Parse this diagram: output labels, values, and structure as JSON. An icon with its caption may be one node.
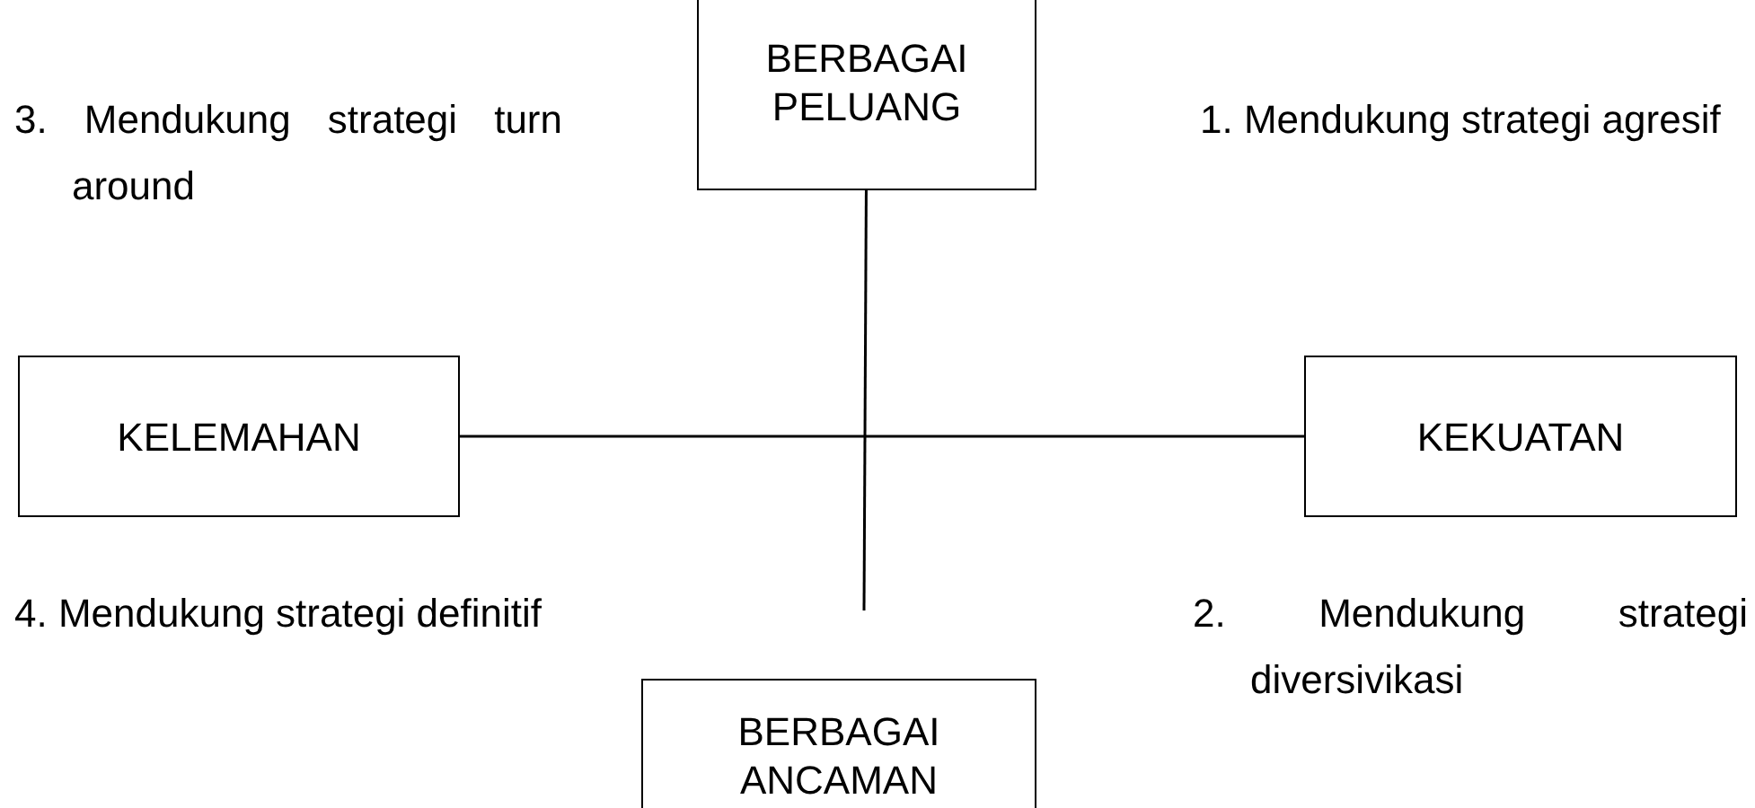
{
  "diagram": {
    "nodes": [
      {
        "text": [
          "BERBAGAI PELUANG"
        ]
      },
      {
        "text": [
          "KELEMAHAN"
        ]
      },
      {
        "text": [
          "KEKUATAN"
        ]
      },
      {
        "text": [
          "BERBAGAI ANCAMAN"
        ]
      }
    ],
    "edges": [
      {
        "from": 1,
        "to": 2,
        "arrow": "none"
      },
      {
        "from": 0,
        "to": null,
        "arrow": "none"
      }
    ],
    "labels": [
      "3. Mendukung strategi turn around",
      "1. Mendukung strategi agresif",
      "4. Mendukung strategi definitif",
      "2. Mendukung strategi diversivikasi"
    ]
  }
}
